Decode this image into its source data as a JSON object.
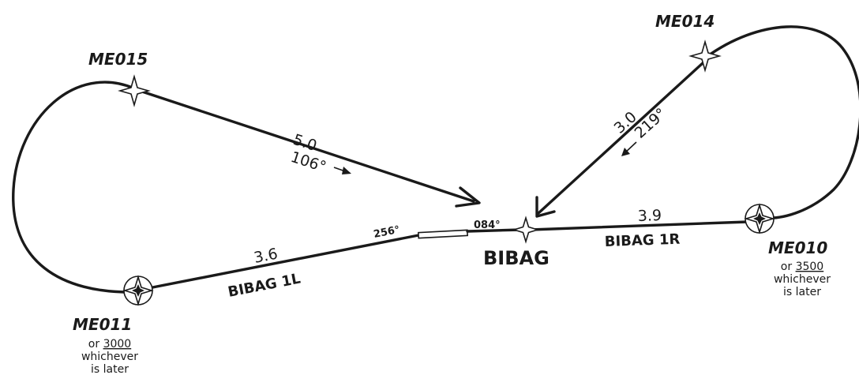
{
  "colors": {
    "ink": "#1a1a1a",
    "background": "#ffffff"
  },
  "waypoints": {
    "me015": {
      "name": "ME015",
      "icon": "flyover-waypoint-star-icon"
    },
    "me014": {
      "name": "ME014",
      "icon": "flyover-waypoint-star-icon"
    },
    "me011": {
      "name": "ME011",
      "icon": "compass-rose-waypoint-icon",
      "note_prefix": "or",
      "note_alt": "3000",
      "note_line2": "whichever",
      "note_line3": "is later"
    },
    "me010": {
      "name": "ME010",
      "icon": "compass-rose-waypoint-icon",
      "note_prefix": "or",
      "note_alt": "3500",
      "note_line2": "whichever",
      "note_line3": "is later"
    },
    "bibag": {
      "name": "BIBAG",
      "icon": "flyover-waypoint-star-icon"
    }
  },
  "legs": {
    "me015_bibag": {
      "distance": "5.0",
      "bearing": "106°"
    },
    "me014_bibag": {
      "distance": "3.0",
      "bearing": "219°"
    },
    "bibag_1l": {
      "distance": "3.6",
      "bearing": "256°",
      "procedure": "BIBAG 1L"
    },
    "bibag_1r": {
      "distance": "3.9",
      "bearing": "084°",
      "procedure": "BIBAG 1R"
    }
  }
}
